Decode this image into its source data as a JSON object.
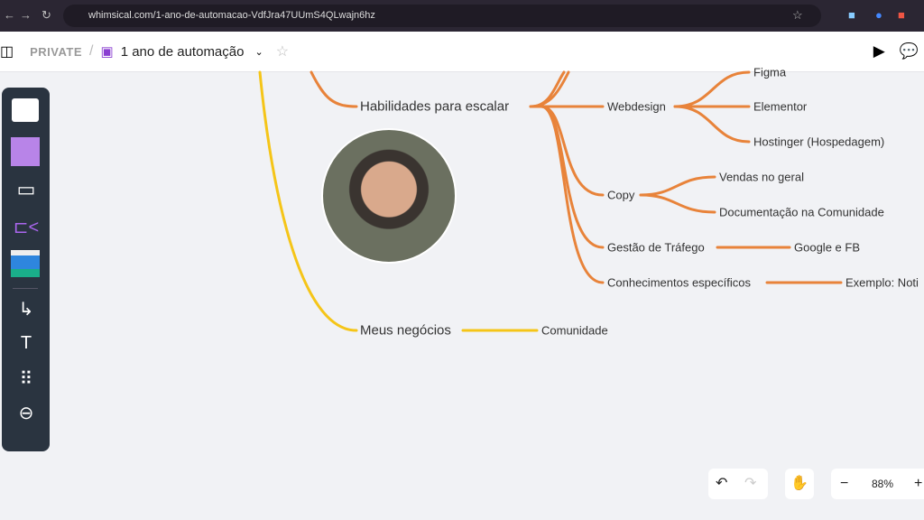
{
  "browser": {
    "url": "whimsical.com/1-ano-de-automacao-VdfJra47UUmS4QLwajn6hz"
  },
  "header": {
    "workspace": "PRIVATE",
    "separator": "/",
    "title": "1 ano de automação"
  },
  "zoom": {
    "level": "88%"
  },
  "mindmap": {
    "habilidades": "Habilidades para escalar",
    "webdesign": "Webdesign",
    "figma": "Figma",
    "elementor": "Elementor",
    "hostinger": "Hostinger (Hospedagem)",
    "copy": "Copy",
    "vendas": "Vendas no geral",
    "documentacao": "Documentação na Comunidade",
    "trafego": "Gestão de Tráfego",
    "google": "Google e FB",
    "conhecimentos": "Conhecimentos específicos",
    "exemplo": "Exemplo: Noti",
    "negocios": "Meus negócios",
    "comunidade": "Comunidade"
  },
  "colors": {
    "orange": "#e8833a",
    "yellow": "#f5c518",
    "toolbar": "#2a3440"
  }
}
